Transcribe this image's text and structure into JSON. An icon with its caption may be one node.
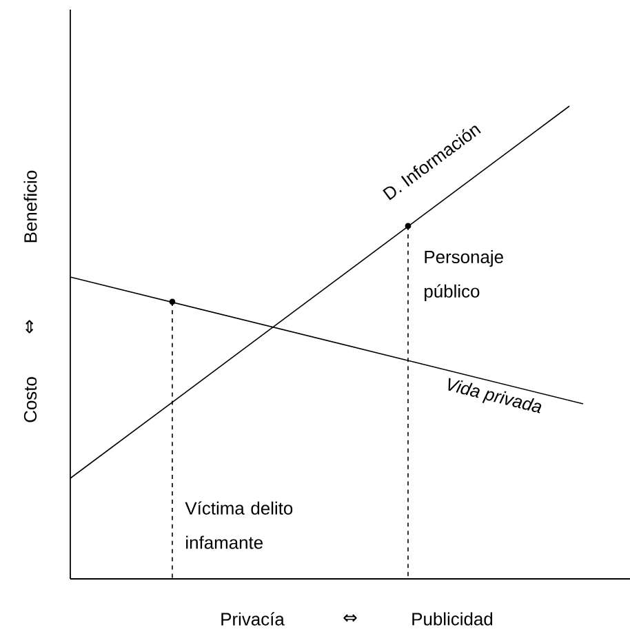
{
  "diagram": {
    "labels": [
      "Beneficio",
      "⇔",
      "Costo",
      "D. Información",
      "Personaje público",
      "Vida privada",
      "Víctima delito infamante",
      "Privacía",
      "⇔",
      "Publicidad"
    ]
  }
}
